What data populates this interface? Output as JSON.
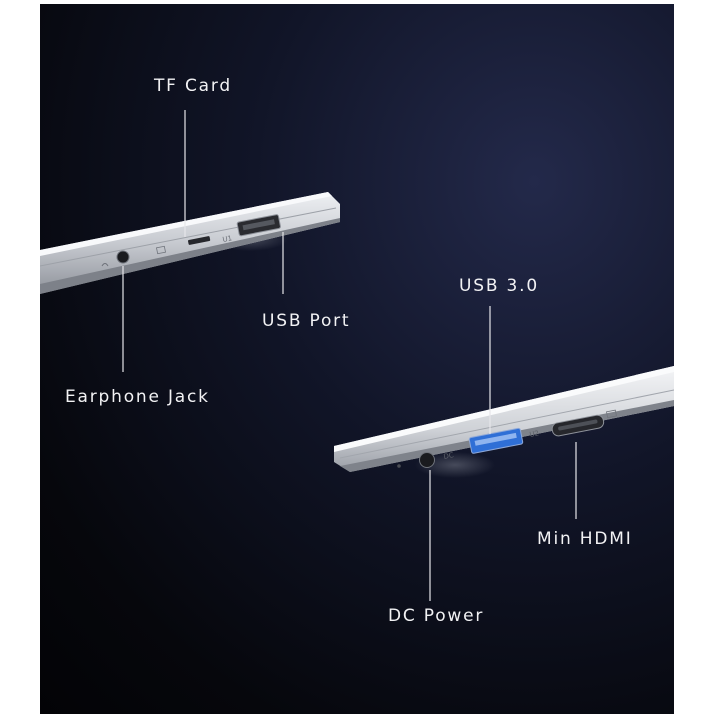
{
  "labels": {
    "tf_card": "TF Card",
    "usb_port": "USB Port",
    "earphone_jack": "Earphone Jack",
    "usb_30": "USB 3.0",
    "min_hdmi": "Min HDMI",
    "dc_power": "DC Power"
  },
  "port_marks": {
    "u1": "U1",
    "u2": "U2",
    "dc": "DC"
  },
  "colors": {
    "background": "#0a0c18",
    "laptop_silver": "#c9ccd2",
    "usb3_blue": "#2f6fd6",
    "label_text": "#f2f2f4"
  }
}
